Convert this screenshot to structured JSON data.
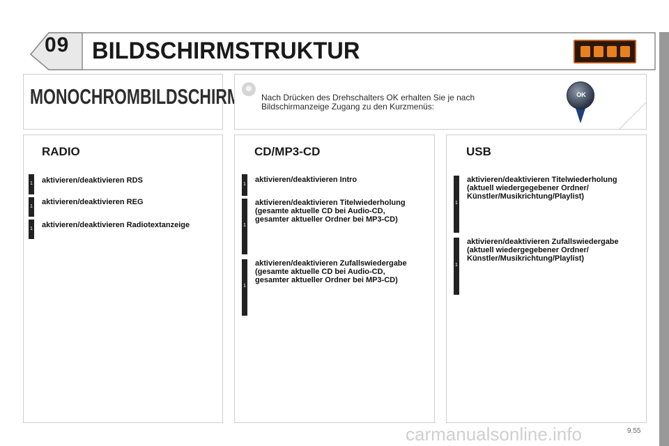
{
  "header": {
    "chapter_number": "09",
    "title": "BILDSCHIRMSTRUKTUR",
    "pictogram_icon": "dashboard-pictogram-icon"
  },
  "mono_panel": {
    "title": "MONOCHROMBILDSCHIRM C"
  },
  "note_panel": {
    "icon": "tip-icon",
    "text_line1": "Nach Drücken des Drehschalters OK erhalten Sie je nach",
    "text_line2": "Bildschirmanzeige Zugang zu den Kurzmenüs:",
    "knob_label": "OK"
  },
  "columns": {
    "radio": {
      "title": "RADIO",
      "items": [
        {
          "level": "1",
          "lines": [
            "aktivieren/deaktivieren RDS"
          ]
        },
        {
          "level": "1",
          "lines": [
            "aktivieren/deaktivieren REG"
          ]
        },
        {
          "level": "1",
          "lines": [
            "aktivieren/deaktivieren Radiotextanzeige"
          ]
        }
      ]
    },
    "cd": {
      "title": "CD/MP3-CD",
      "items": [
        {
          "level": "1",
          "lines": [
            "aktivieren/deaktivieren Intro"
          ]
        },
        {
          "level": "1",
          "lines": [
            "aktivieren/deaktivieren Titelwiederholung",
            "(gesamte aktuelle CD bei Audio-CD,",
            "gesamter aktueller Ordner bei MP3-CD)"
          ]
        },
        {
          "level": "1",
          "lines": [
            "aktivieren/deaktivieren Zufallswiedergabe",
            "(gesamte aktuelle CD bei Audio-CD,",
            "gesamter aktueller Ordner bei MP3-CD)"
          ]
        }
      ]
    },
    "usb": {
      "title": "USB",
      "items": [
        {
          "level": "1",
          "lines": [
            "aktivieren/deaktivieren Titelwiederholung",
            "(aktuell wiedergegebener Ordner/",
            "Künstler/Musikrichtung/Playlist)"
          ]
        },
        {
          "level": "1",
          "lines": [
            "aktivieren/deaktivieren Zufallswiedergabe",
            "(aktuell wiedergegebener Ordner/",
            "Künstler/Musikrichtung/Playlist)"
          ]
        }
      ]
    }
  },
  "footer": {
    "page_number": "9.55",
    "watermark": "carmanualsonline.info"
  }
}
